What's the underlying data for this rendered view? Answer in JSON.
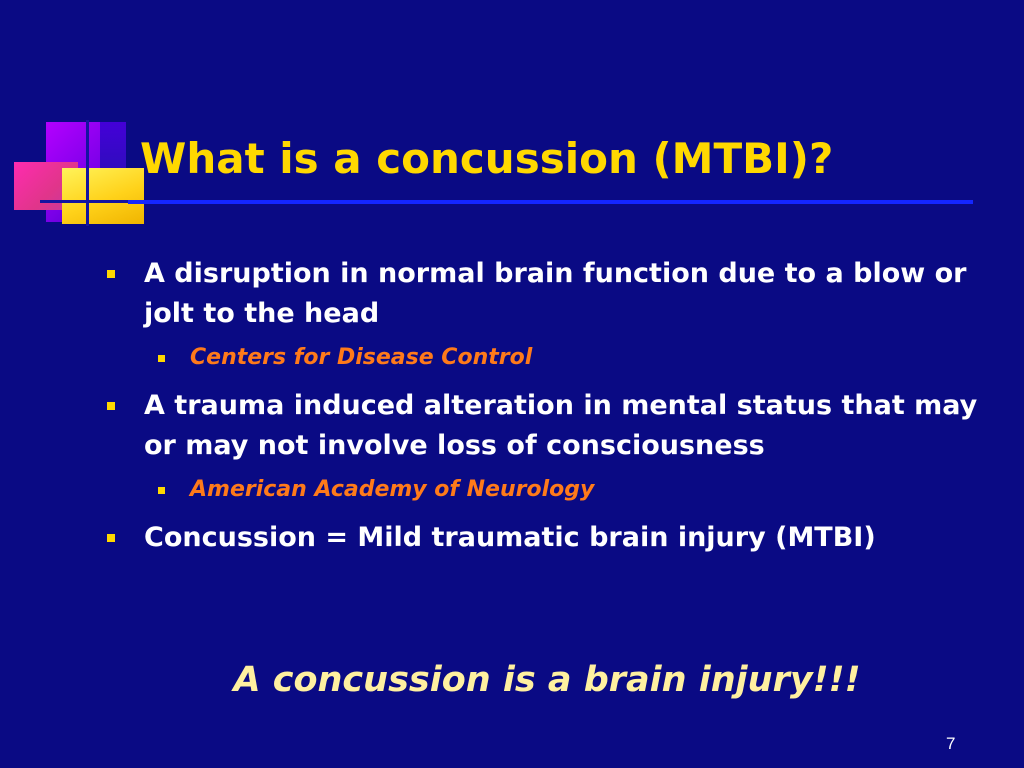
{
  "slide": {
    "title": "What is a concussion (MTBI)?",
    "bullets": [
      {
        "text": "A disruption in normal brain function due to a blow or jolt to the head",
        "source": "Centers for Disease Control"
      },
      {
        "text": "A trauma induced alteration in mental status that may or may not involve loss of consciousness",
        "source": "American Academy of Neurology"
      },
      {
        "text": "Concussion = Mild traumatic brain injury (MTBI)"
      }
    ],
    "emphasis": "A concussion is a brain injury!!!",
    "page_number": "7"
  },
  "colors": {
    "background": "#0a0a84",
    "title": "#ffd800",
    "body_text": "#ffffff",
    "source_text": "#ff7a1a",
    "emphasis_text": "#fff0a0",
    "bullet_marker": "#ffd800",
    "title_rule": "#1426ff"
  }
}
